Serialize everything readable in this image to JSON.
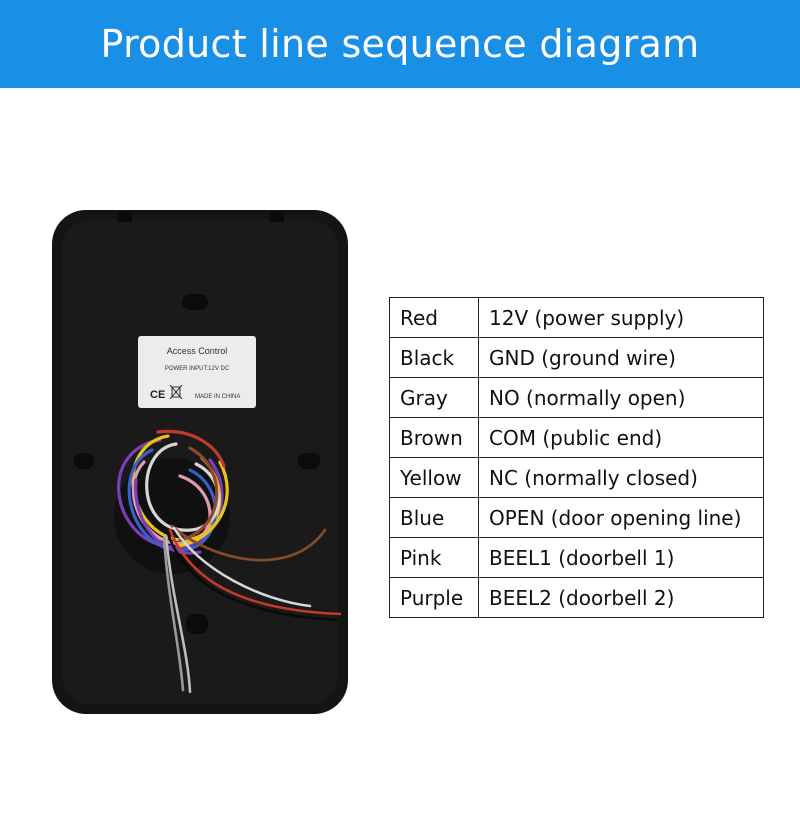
{
  "header": {
    "title": "Product line sequence diagram"
  },
  "device": {
    "label_title": "Access Control",
    "label_power": "POWER INPUT:12V DC",
    "label_mark_ce": "CE",
    "label_made": "MADE IN CHINA"
  },
  "wiring": {
    "rows": [
      {
        "color": "Red",
        "function": "12V (power supply)"
      },
      {
        "color": "Black",
        "function": "GND (ground wire)"
      },
      {
        "color": "Gray",
        "function": "NO (normally open)"
      },
      {
        "color": "Brown",
        "function": "COM (public end)"
      },
      {
        "color": "Yellow",
        "function": "NC (normally closed)"
      },
      {
        "color": "Blue",
        "function": "OPEN (door opening line)"
      },
      {
        "color": "Pink",
        "function": "BEEL1 (doorbell 1)"
      },
      {
        "color": "Purple",
        "function": "BEEL2 (doorbell 2)"
      }
    ]
  },
  "colors": {
    "banner": "#1a8fe6",
    "device_body": "#141414",
    "label_bg": "#ececec"
  }
}
